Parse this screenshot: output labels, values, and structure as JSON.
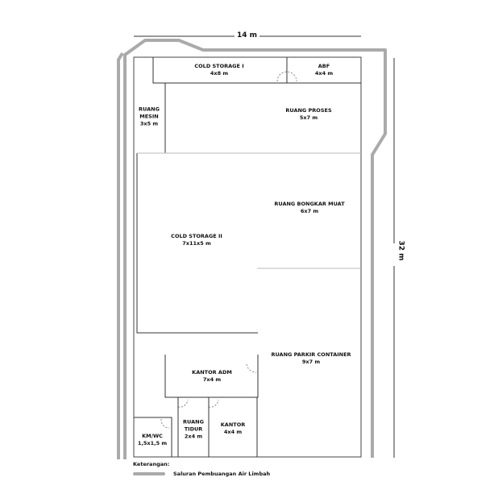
{
  "dimensions": {
    "width_label": "14 m",
    "height_label": "32 m"
  },
  "rooms": [
    {
      "id": "cold-storage-1",
      "name": "COLD STORAGE I",
      "size": "4x8 m"
    },
    {
      "id": "abf",
      "name": "ABF",
      "size": "4x4 m"
    },
    {
      "id": "ruang-mesin",
      "name_lines": [
        "RUANG",
        "MESIN"
      ],
      "size": "3x5 m"
    },
    {
      "id": "ruang-proses",
      "name": "RUANG PROSES",
      "size": "5x7 m"
    },
    {
      "id": "ruang-bongkar-muat",
      "name": "RUANG BONGKAR MUAT",
      "size": "6x7 m"
    },
    {
      "id": "cold-storage-2",
      "name": "COLD STORAGE II",
      "size": "7x11x5 m"
    },
    {
      "id": "ruang-parkir-container",
      "name": "RUANG PARKIR CONTAINER",
      "size": "9x7 m"
    },
    {
      "id": "kantor-adm",
      "name": "KANTOR ADM",
      "size": "7x4 m"
    },
    {
      "id": "ruang-tidur",
      "name_lines": [
        "RUANG",
        "TIDUR"
      ],
      "size": "2x4 m"
    },
    {
      "id": "kantor",
      "name": "KANTOR",
      "size": "4x4 m"
    },
    {
      "id": "km-wc",
      "name": "KM/WC",
      "size": "1,5x1,5 m"
    }
  ],
  "legend": {
    "title": "Keterangan:",
    "items": [
      {
        "label": "Saluran Pembuangan Air Limbah",
        "color": "#aaaaaa"
      }
    ]
  },
  "colors": {
    "wall": "#333333",
    "thin_wall": "#bbbbbb",
    "drainage": "#aaaaaa"
  }
}
